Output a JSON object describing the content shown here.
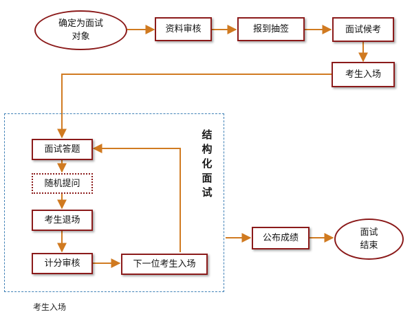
{
  "colors": {
    "box_border": "#8b1a1a",
    "arrow": "#d07a20",
    "dashed_frame": "#3d7fb5"
  },
  "start_oval": {
    "text": "确定为面试\n对象"
  },
  "steps": {
    "materials_review": "资料审核",
    "check_in_draw": "报到抽签",
    "wait_for_interview": "面试候考",
    "candidate_enters": "考生入场",
    "answer_questions": "面试答题",
    "random_questions": "随机提问",
    "candidate_exits": "考生退场",
    "score_review": "计分审核",
    "next_candidate_enters": "下一位考生入场",
    "publish_results": "公布成绩"
  },
  "end_oval": {
    "text": "面试\n结束"
  },
  "structured_label": [
    "结",
    "构",
    "化",
    "面",
    "试"
  ],
  "stray_text": "考生入场"
}
